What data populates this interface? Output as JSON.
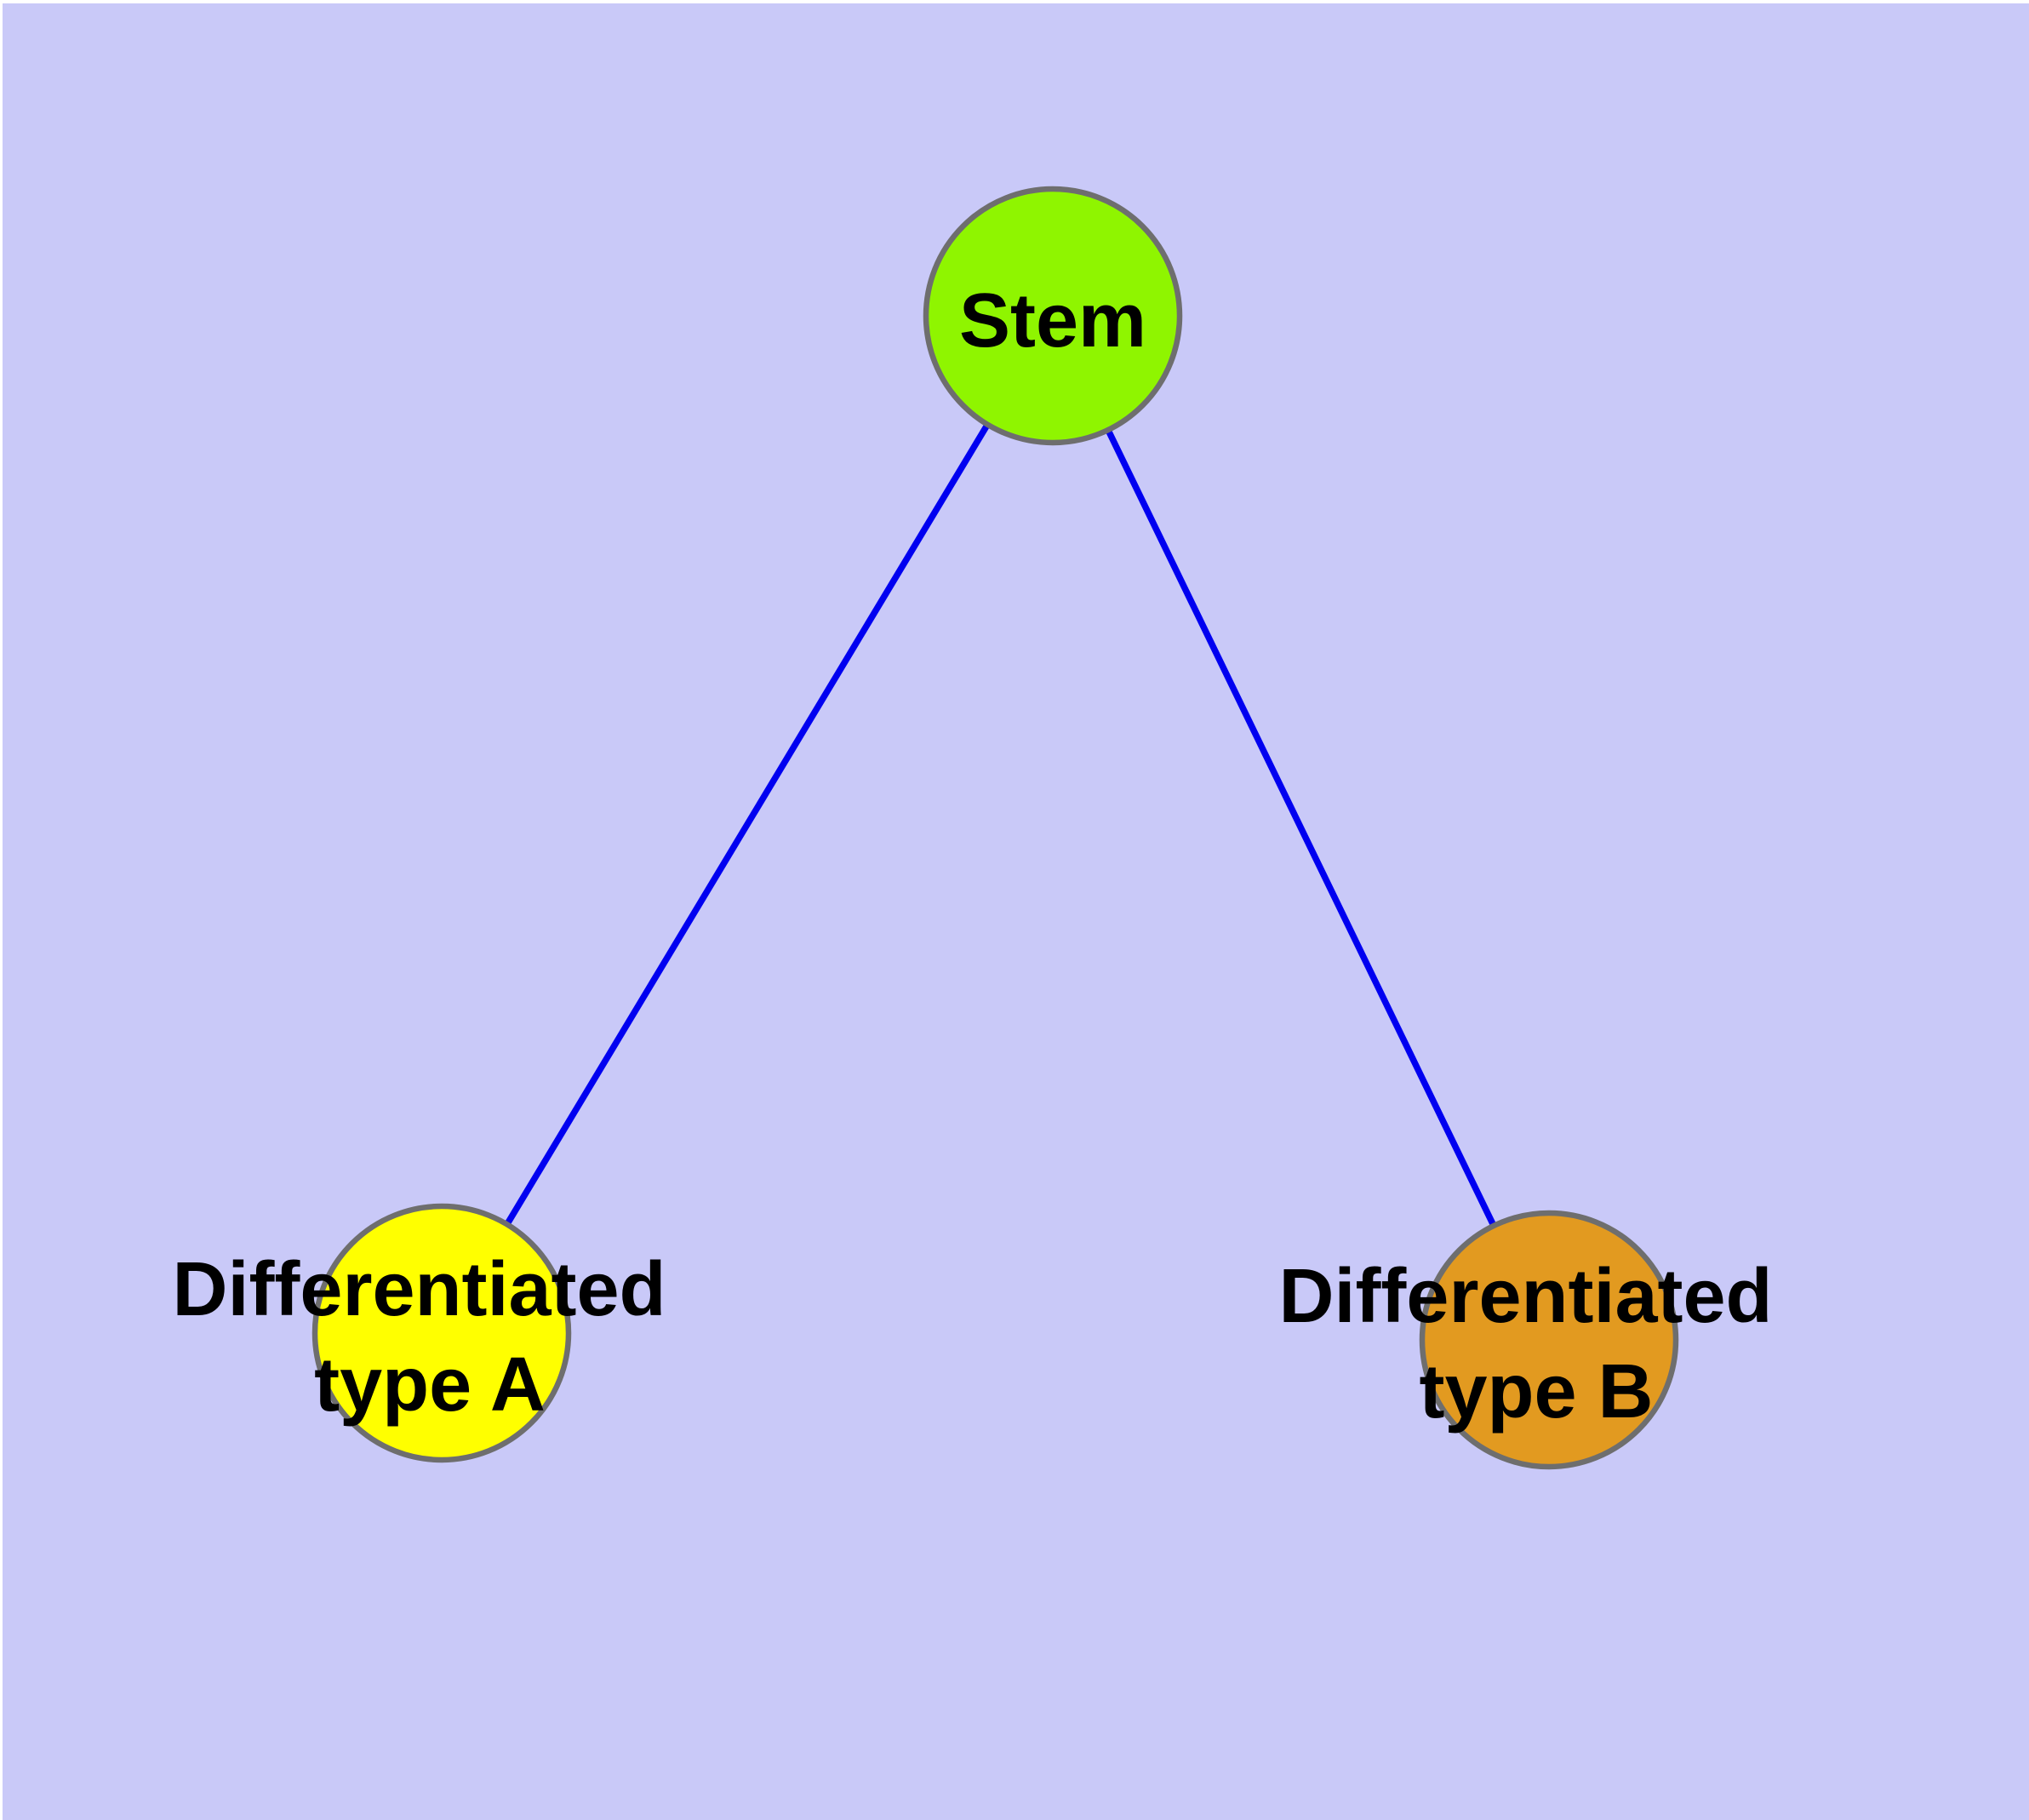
{
  "diagram": {
    "nodes": {
      "stem": {
        "label": "Stem",
        "fill": "#8FF500"
      },
      "type_a": {
        "label_line1": "Differentiated",
        "label_line2": "type A",
        "fill": "#FFFF00"
      },
      "type_b": {
        "label_line1": "Differentiated",
        "label_line2": "type B",
        "fill": "#E29A20"
      }
    },
    "edges": [
      {
        "from": "Stem",
        "to": "Differentiated type A"
      },
      {
        "from": "Stem",
        "to": "Differentiated type B"
      }
    ],
    "colors": {
      "background": "#C9C9F8",
      "page_margin": "#FFFFFF",
      "edge": "#0000F0",
      "node_border": "#6E6E6E",
      "label_text": "#000000"
    }
  }
}
